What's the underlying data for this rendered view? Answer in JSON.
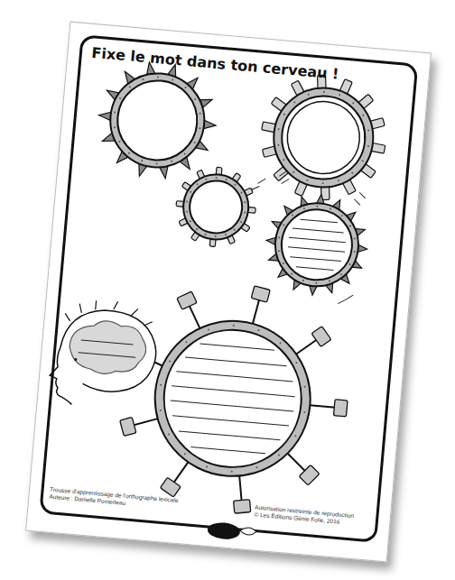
{
  "diagram": {
    "title": "Fixe le mot dans ton cerveau !",
    "labels": [
      "Trousse d'apprentissage de l'orthographe lexicale",
      "Auteure : Danielle Pomerleau",
      "Autorisation restreinte de reproduction",
      "© Les Éditions Génie Folie, 2016"
    ]
  }
}
